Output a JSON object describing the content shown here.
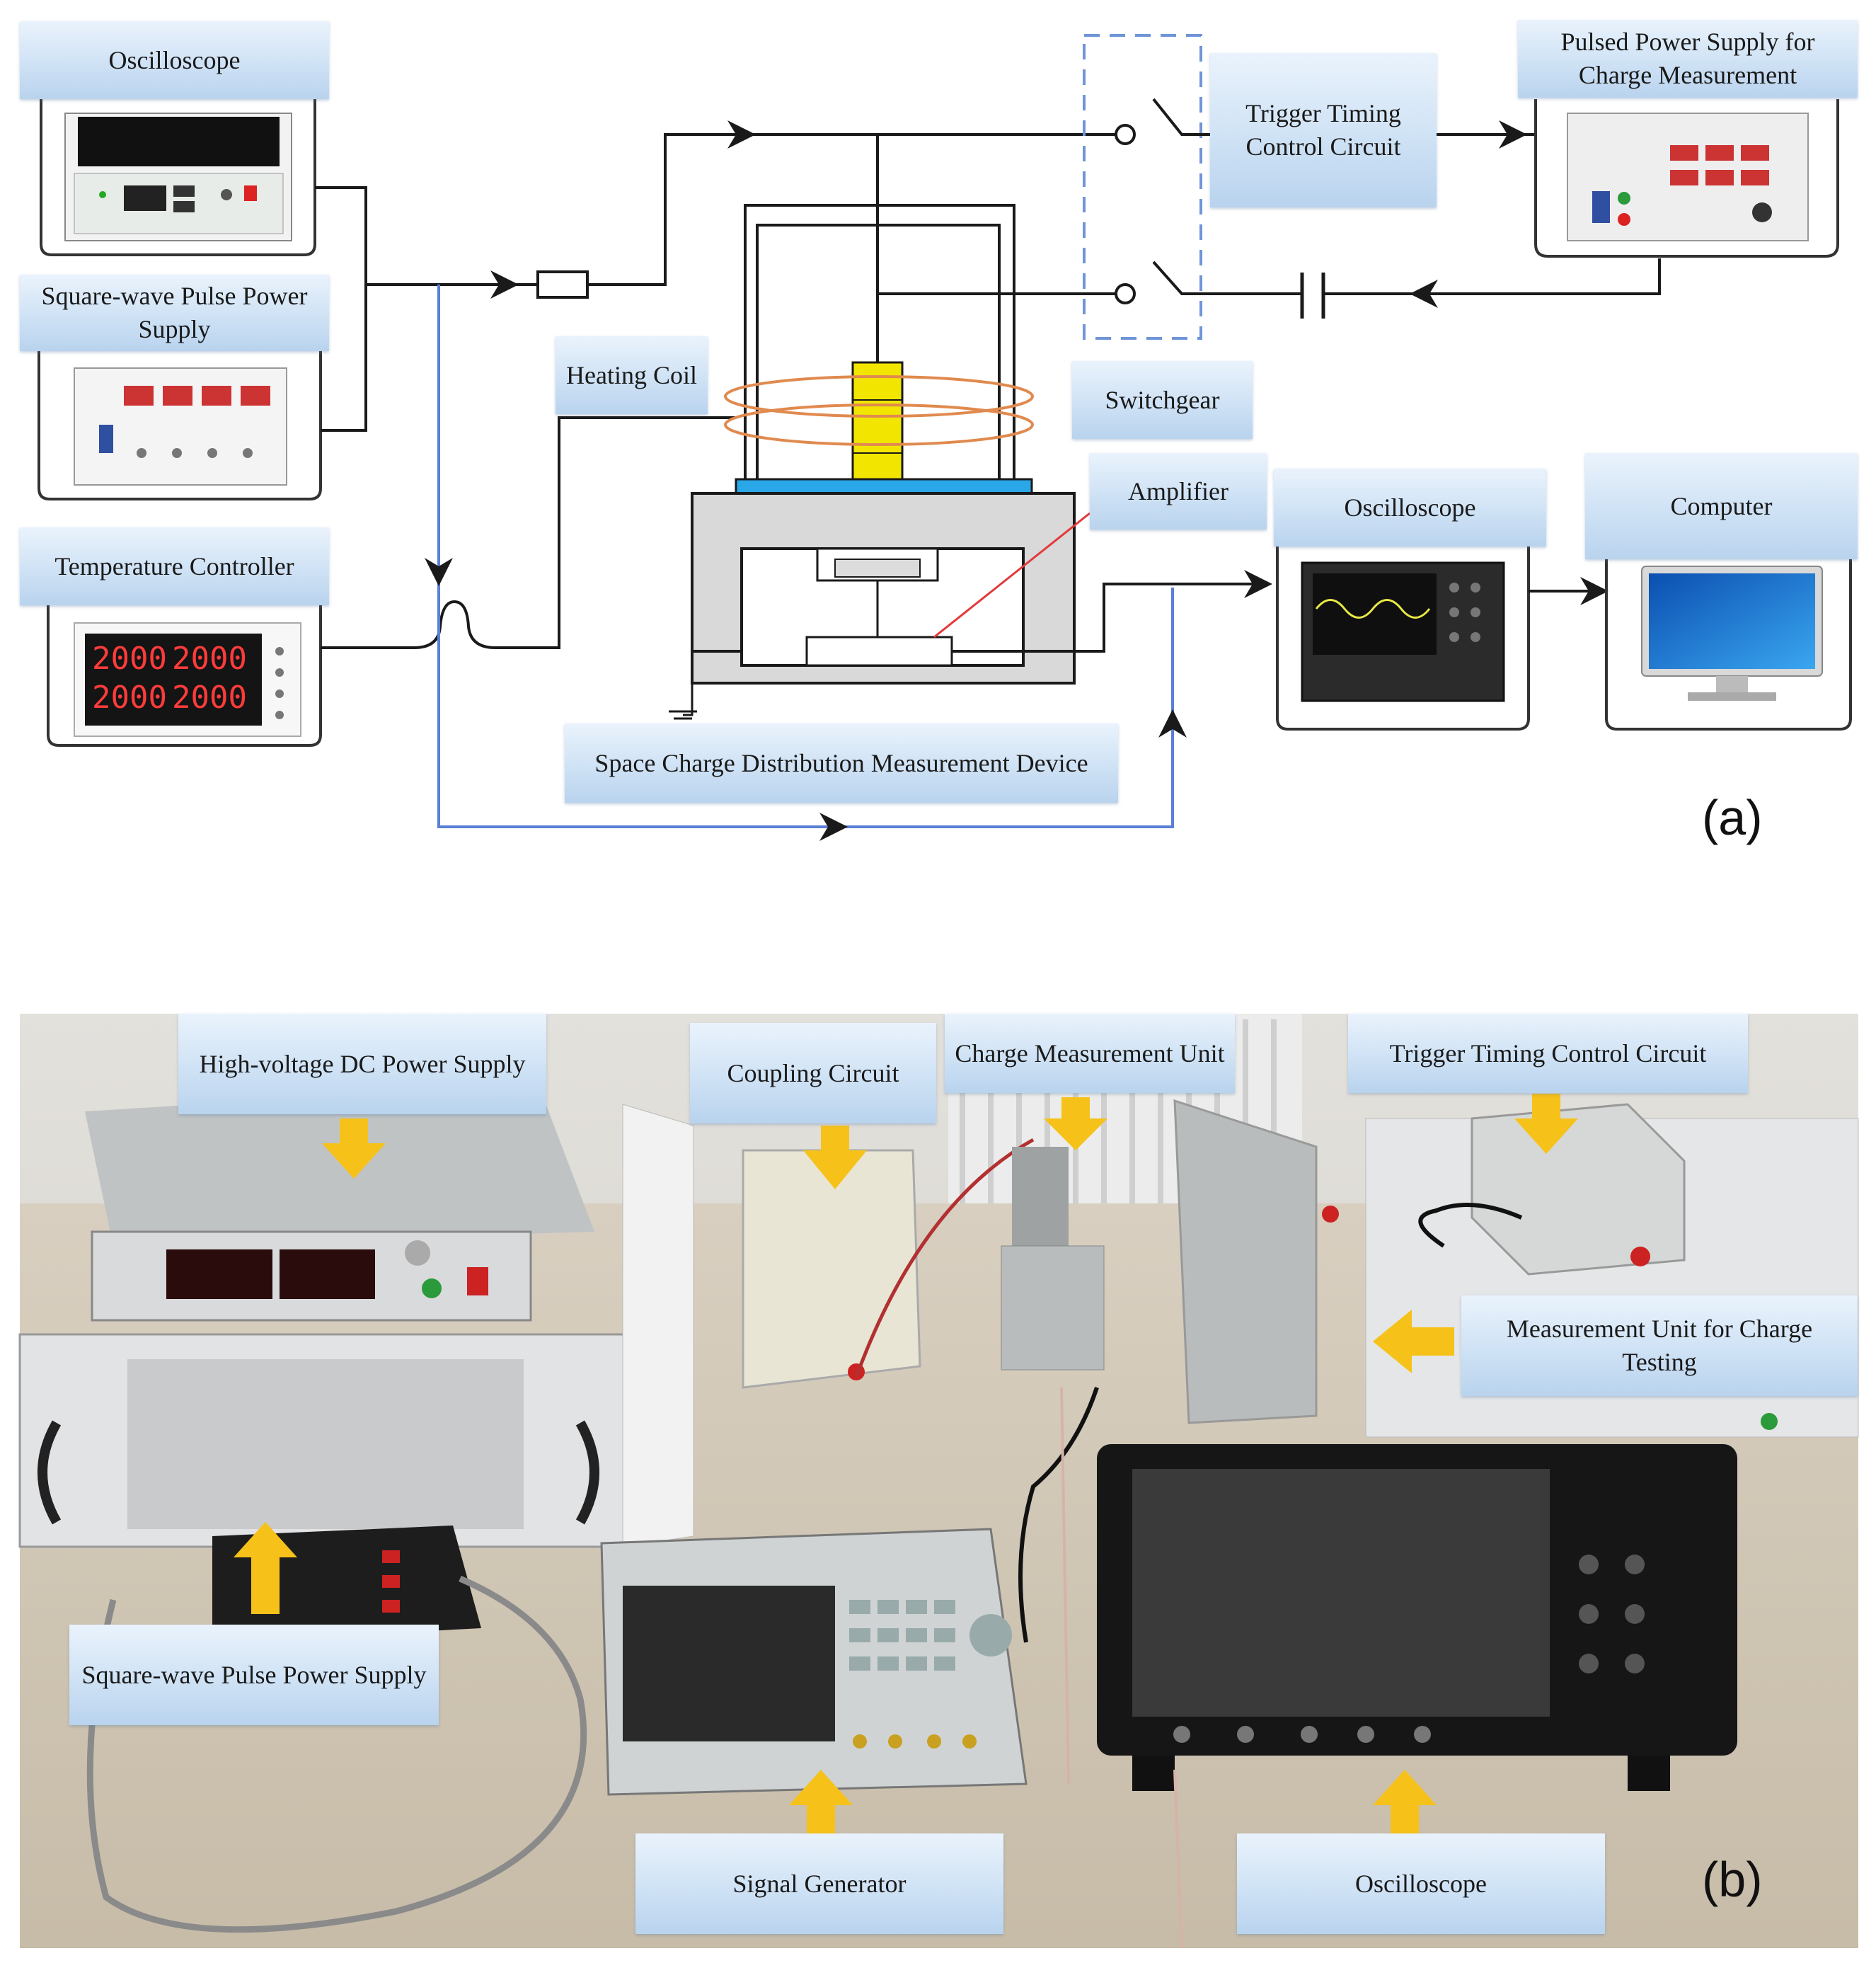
{
  "panel_a": {
    "tag": "(a)",
    "labels": {
      "oscilloscope_top": "Oscilloscope",
      "square_wave": "Square-wave Pulse Power Supply",
      "temperature_controller": "Temperature Controller",
      "heating_coil": "Heating Coil",
      "trigger_timing": "Trigger Timing Control Circuit",
      "pulsed_power": "Pulsed Power Supply for Charge Measurement",
      "switchgear": "Switchgear",
      "amplifier": "Amplifier",
      "oscilloscope_right": "Oscilloscope",
      "computer": "Computer",
      "space_charge": "Space Charge Distribution Measurement Device"
    },
    "temp_display": [
      "2000",
      "2000",
      "2000",
      "2000"
    ]
  },
  "panel_b": {
    "tag": "(b)",
    "labels": {
      "hv_dc": "High-voltage DC Power Supply",
      "coupling": "Coupling Circuit",
      "charge_unit": "Charge Measurement Unit",
      "trigger_timing": "Trigger Timing Control Circuit",
      "measurement_unit": "Measurement Unit for Charge Testing",
      "square_wave": "Square-wave Pulse Power Supply",
      "signal_generator": "Signal Generator",
      "oscilloscope": "Oscilloscope"
    }
  },
  "colors": {
    "wire": "#1a1a1a",
    "signal_wire": "#5b7fd6",
    "coil": "#e08a4f",
    "electrode": "#f2e600",
    "base_plate": "#2aa7e8",
    "label_bg": "#cfe2f5",
    "arrow": "#f6c21a",
    "amplifier_wire": "#e23a3a"
  }
}
